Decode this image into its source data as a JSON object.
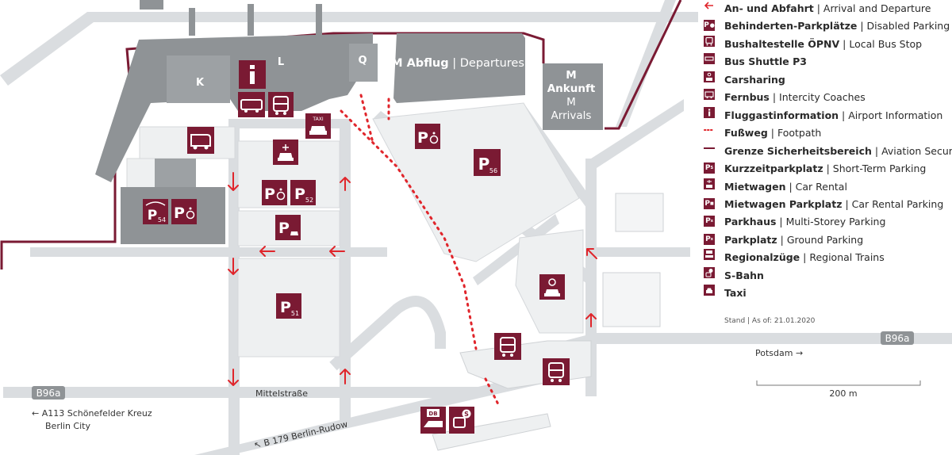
{
  "colors": {
    "accent": "#7a1a33",
    "arrow": "#e0252b",
    "road": "#d9dcdf",
    "building": "#8f9396",
    "building_dark": "#6e7275",
    "parking": "#eef0f1",
    "text": "#2a2a2a"
  },
  "map": {
    "labels": {
      "terminal_l": "L",
      "terminal_k": "K",
      "terminal_q": "Q",
      "departures": "M Abflug | Departures",
      "departures_main": "M Abflug",
      "departures_sep": " | ",
      "departures_en": "Departures",
      "arrivals_m": "M",
      "arrivals_de": "Ankunft",
      "arrivals_m2": "M",
      "arrivals_en": "Arrivals",
      "b96a_left": "B96a",
      "b96a_right": "B96a",
      "mittelstrasse": "Mittelstraße",
      "b179": "↖ B 179 Berlin-Rudow",
      "potsdam": "Potsdam →",
      "a113": "← A113 Schönefelder Kreuz",
      "berlin_city": "Berlin City",
      "scale": "200 m",
      "taxi": "TAXI",
      "db": "DB",
      "p54_sub": "54",
      "p52_sub": "52",
      "p51_sub": "51",
      "p56_sub": "56"
    }
  },
  "legend": {
    "items": [
      {
        "icon": "arrow-icon",
        "bold": "An- und Abfahrt",
        "sep": " | ",
        "text": "Arrival and Departure"
      },
      {
        "icon": "disabled-parking-icon",
        "bold": "Behinderten-Parkplätze",
        "sep": " | ",
        "text": "Disabled Parking Area"
      },
      {
        "icon": "bus-stop-icon",
        "bold": "Bushaltestelle ÖPNV",
        "sep": " | ",
        "text": "Local Bus Stop"
      },
      {
        "icon": "bus-shuttle-icon",
        "bold": "Bus Shuttle P3",
        "sep": "",
        "text": ""
      },
      {
        "icon": "carsharing-icon",
        "bold": "Carsharing",
        "sep": "",
        "text": ""
      },
      {
        "icon": "coach-icon",
        "bold": "Fernbus",
        "sep": " | ",
        "text": "Intercity Coaches"
      },
      {
        "icon": "info-icon",
        "bold": "Fluggastinformation",
        "sep": " | ",
        "text": "Airport Information"
      },
      {
        "icon": "footpath-icon",
        "bold": "Fußweg",
        "sep": " | ",
        "text": "Footpath"
      },
      {
        "icon": "security-line-icon",
        "bold": "Grenze Sicherheitsbereich",
        "sep": " | ",
        "text": "Aviation Security Line"
      },
      {
        "icon": "short-term-parking-icon",
        "bold": "Kurzzeitparkplatz",
        "sep": " | ",
        "text": "Short-Term Parking"
      },
      {
        "icon": "car-rental-icon",
        "bold": "Mietwagen",
        "sep": " | ",
        "text": "Car Rental"
      },
      {
        "icon": "car-rental-parking-icon",
        "bold": "Mietwagen Parkplatz",
        "sep": " | ",
        "text": "Car Rental Parking"
      },
      {
        "icon": "multi-storey-parking-icon",
        "bold": "Parkhaus",
        "sep": " | ",
        "text": "Multi-Storey Parking"
      },
      {
        "icon": "ground-parking-icon",
        "bold": "Parkplatz",
        "sep": " | ",
        "text": "Ground Parking"
      },
      {
        "icon": "regional-train-icon",
        "bold": "Regionalzüge",
        "sep": " | ",
        "text": "Regional Trains"
      },
      {
        "icon": "s-bahn-icon",
        "bold": "S-Bahn",
        "sep": "",
        "text": ""
      },
      {
        "icon": "taxi-icon",
        "bold": "Taxi",
        "sep": "",
        "text": ""
      }
    ],
    "stand": "Stand | As of: 21.01.2020"
  }
}
